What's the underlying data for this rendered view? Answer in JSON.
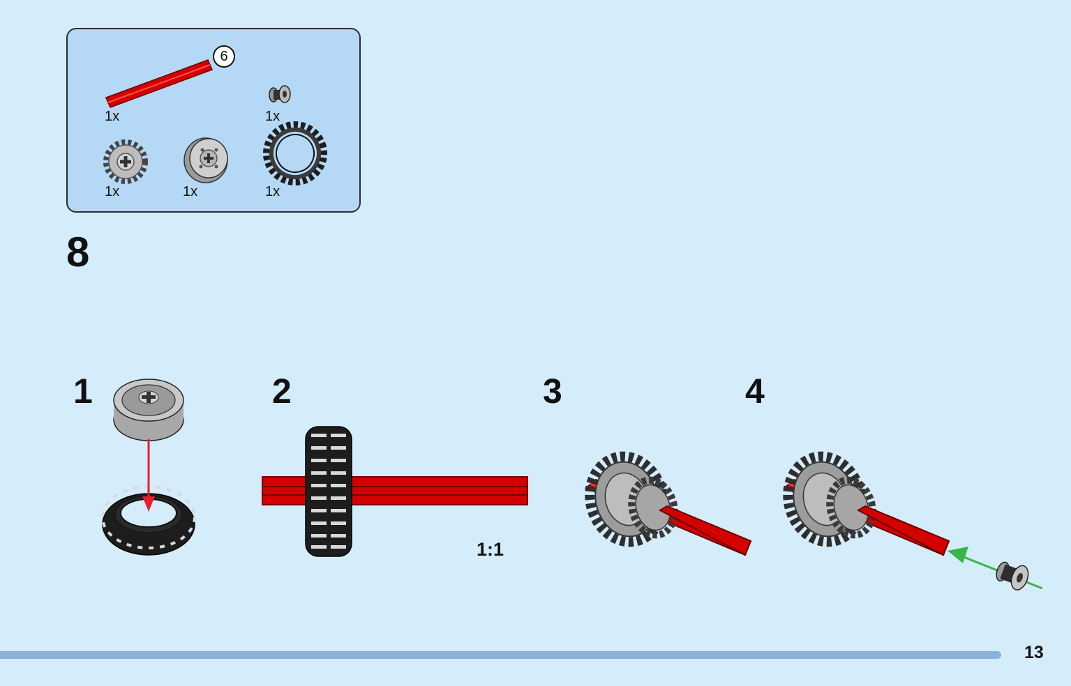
{
  "parts_list": {
    "axle_length": "6",
    "quantities": {
      "axle": "1x",
      "bush": "1x",
      "gear": "1x",
      "rim": "1x",
      "tire": "1x"
    }
  },
  "step": {
    "number": "8",
    "substeps": [
      "1",
      "2",
      "3",
      "4"
    ],
    "scale_label": "1:1"
  },
  "page_number": "13",
  "colors": {
    "background": "#d5edfb",
    "parts_box": "#b4d8f5",
    "axle_red": "#d40000",
    "arrow_red": "#e5202c",
    "arrow_green": "#3bb44a",
    "page_bar": "#8ab0dc"
  }
}
